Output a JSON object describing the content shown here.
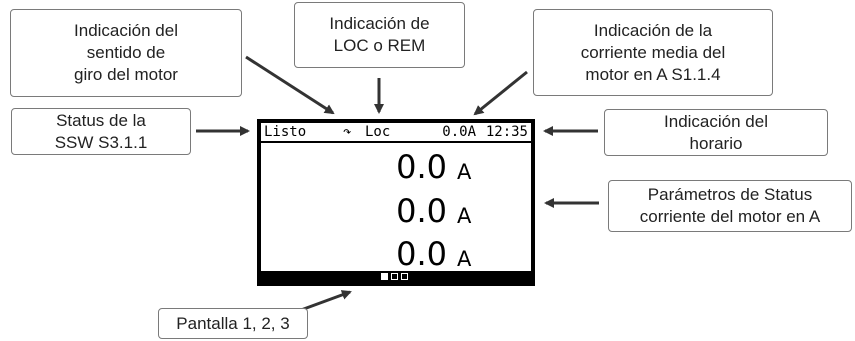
{
  "callouts": {
    "rotation": "Indicación del\nsentido de\ngiro del motor",
    "loc_rem": "Indicación de\nLOC o REM",
    "avg_current": "Indicación de la\ncorriente media del\nmotor en A S1.1.4",
    "status": "Status de la\nSSW S3.1.1",
    "time": "Indicación del\nhorario",
    "status_params": "Parámetros de Status\ncorriente del motor en A",
    "screens": "Pantalla 1, 2, 3"
  },
  "display": {
    "status_text": "Listo",
    "rotation_icon": "rotation-direction-icon",
    "rotation_glyph": "↷",
    "mode": "Loc",
    "avg_current": "0.0A",
    "time": "12:35",
    "readings": [
      {
        "value": "0.0",
        "unit": "A"
      },
      {
        "value": "0.0",
        "unit": "A"
      },
      {
        "value": "0.0",
        "unit": "A"
      }
    ],
    "pages": {
      "total": 3,
      "active": 1
    }
  }
}
